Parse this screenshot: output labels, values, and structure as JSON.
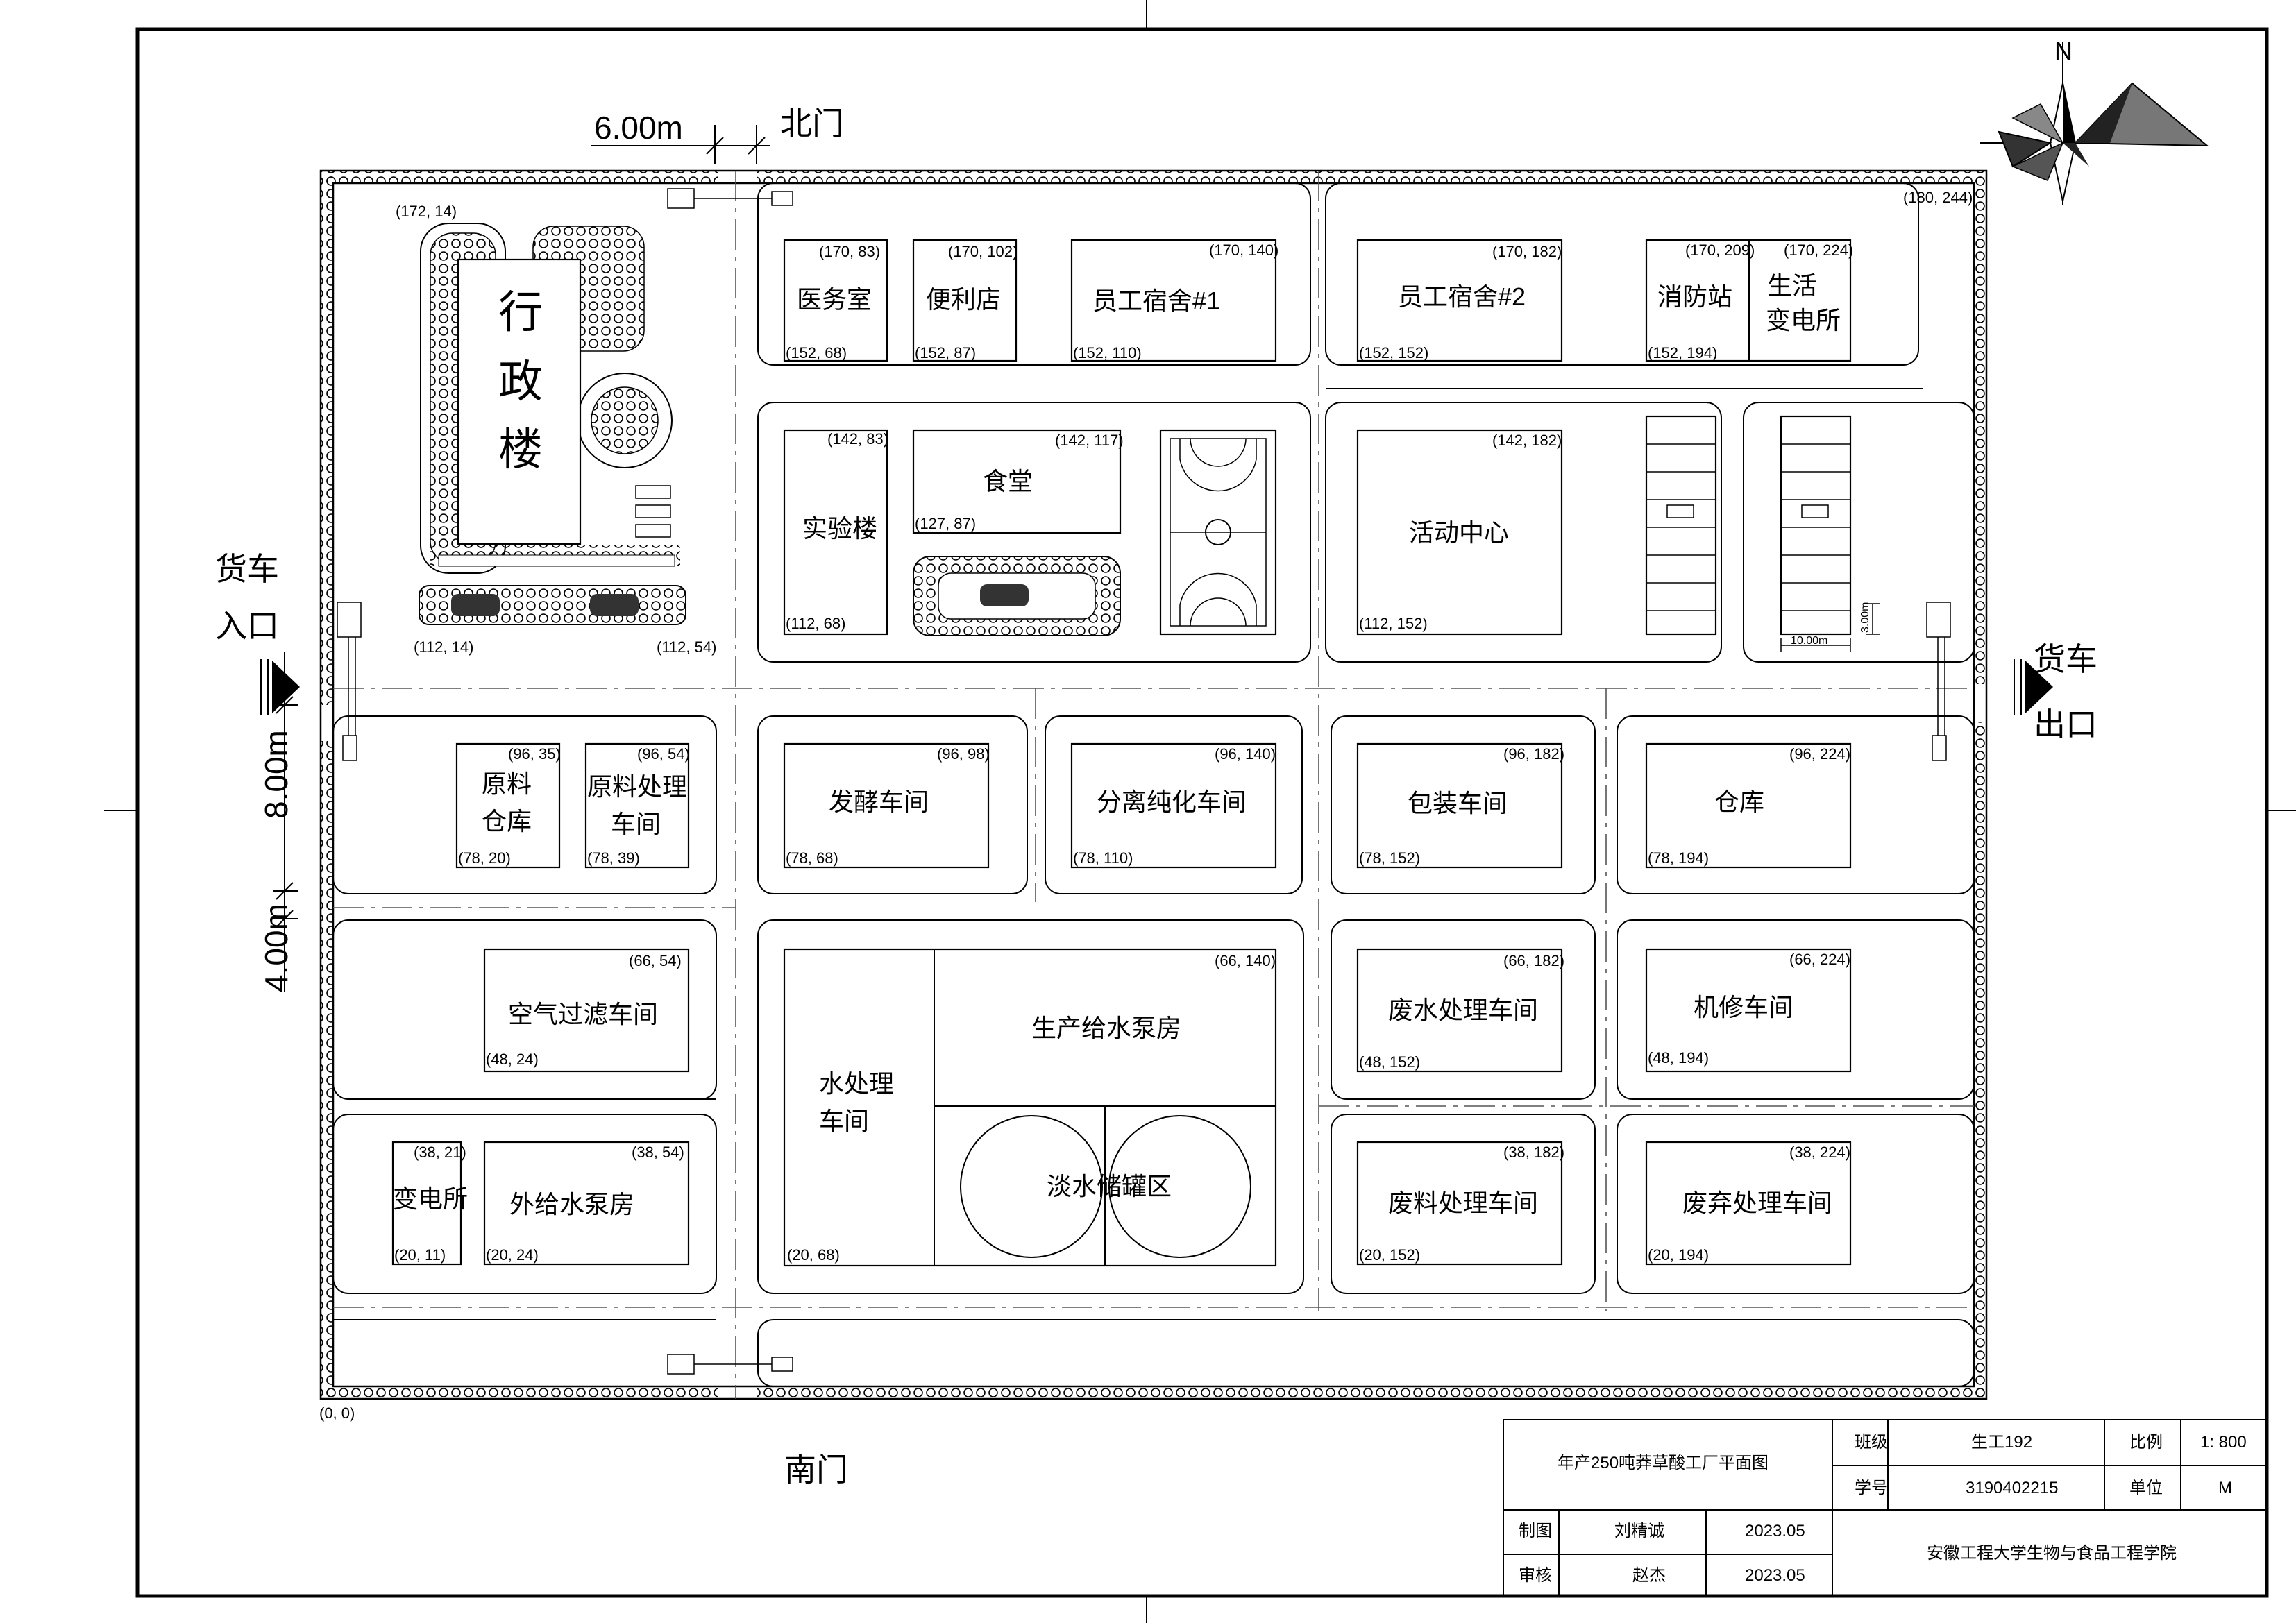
{
  "title_block": {
    "drawing_title": "年产250吨莽草酸工厂平面图",
    "class_label": "班级",
    "class_value": "生工192",
    "scale_label": "比例",
    "scale_value": "1: 800",
    "id_label": "学号",
    "id_value": "3190402215",
    "unit_label": "单位",
    "unit_value": "M",
    "drawn_label": "制图",
    "drawn_by": "刘精诚",
    "drawn_date": "2023.05",
    "review_label": "审核",
    "reviewed_by": "赵杰",
    "review_date": "2023.05",
    "institution": "安徽工程大学生物与食品工程学院"
  },
  "gates": {
    "north": "北门",
    "south": "南门",
    "truck_in_1": "货车",
    "truck_in_2": "入口",
    "truck_out_1": "货车",
    "truck_out_2": "出口"
  },
  "dimensions": {
    "gate_width": "6.00m",
    "road_width": "8.00m",
    "green_width": "4.00m",
    "parking_w": "10.00m",
    "parking_h": "3.00m"
  },
  "compass": {
    "north": "N"
  },
  "corners": {
    "origin": "(0, 0)",
    "top_right": "(180, 244)"
  },
  "buildings": {
    "admin": {
      "name_1": "行",
      "name_2": "政",
      "name_3": "楼",
      "tl": "(172, 14)",
      "bl": "(112, 14)",
      "br": "(112, 54)"
    },
    "clinic": {
      "name": "医务室",
      "tr": "(170, 83)",
      "bl": "(152, 68)"
    },
    "store": {
      "name": "便利店",
      "tr": "(170, 102)",
      "bl": "(152, 87)"
    },
    "dorm1": {
      "name": "员工宿舍#1",
      "tr": "(170, 140)",
      "bl": "(152, 110)"
    },
    "dorm2": {
      "name": "员工宿舍#2",
      "tr": "(170, 182)",
      "bl": "(152, 152)"
    },
    "fire": {
      "name": "消防站",
      "tr": "(170, 209)",
      "bl": "(152, 194)"
    },
    "substation_life": {
      "name_1": "生活",
      "name_2": "变电所",
      "tr": "(170, 224)"
    },
    "lab": {
      "name": "实验楼",
      "tr": "(142, 83)",
      "bl": "(112, 68)"
    },
    "canteen": {
      "name": "食堂",
      "tr": "(142, 117)",
      "bl": "(127, 87)"
    },
    "activity": {
      "name": "活动中心",
      "tr": "(142, 182)",
      "bl": "(112, 152)"
    },
    "raw_store": {
      "name_1": "原料",
      "name_2": "仓库",
      "tr": "(96, 35)",
      "bl": "(78, 20)"
    },
    "raw_proc": {
      "name_1": "原料处理",
      "name_2": "车间",
      "tr": "(96, 54)",
      "bl": "(78, 39)"
    },
    "ferment": {
      "name": "发酵车间",
      "tr": "(96, 98)",
      "bl": "(78, 68)"
    },
    "separation": {
      "name": "分离纯化车间",
      "tr": "(96, 140)",
      "bl": "(78, 110)"
    },
    "packing": {
      "name": "包装车间",
      "tr": "(96, 182)",
      "bl": "(78, 152)"
    },
    "warehouse": {
      "name": "仓库",
      "tr": "(96, 224)",
      "bl": "(78, 194)"
    },
    "air": {
      "name": "空气过滤车间",
      "tr": "(66, 54)",
      "bl": "(48, 24)"
    },
    "pump_prod": {
      "name": "生产给水泵房",
      "tr": "(66, 140)"
    },
    "water_treat": {
      "name_1": "水处理",
      "name_2": "车间",
      "bl": "(20, 68)"
    },
    "tank": {
      "name": "淡水储罐区"
    },
    "wastewater": {
      "name": "废水处理车间",
      "tr": "(66, 182)",
      "bl": "(48, 152)"
    },
    "repair": {
      "name": "机修车间",
      "tr": "(66, 224)",
      "bl": "(48, 194)"
    },
    "substation": {
      "name": "变电所",
      "tr": "(38, 21)",
      "bl": "(20, 11)"
    },
    "pump_out": {
      "name": "外给水泵房",
      "tr": "(38, 54)",
      "bl": "(20, 24)"
    },
    "waste_mat": {
      "name": "废料处理车间",
      "tr": "(38, 182)",
      "bl": "(20, 152)"
    },
    "waste_disp": {
      "name": "废弃处理车间",
      "tr": "(38, 224)",
      "bl": "(20, 194)"
    }
  }
}
